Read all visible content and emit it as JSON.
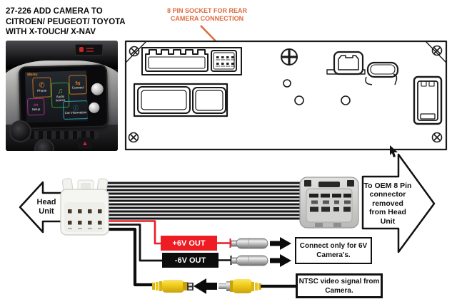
{
  "title": "27-226 ADD CAMERA TO\nCITROEN/ PEUGEOT/ TOYOTA\nWITH X-TOUCH/ X-NAV",
  "callout": {
    "text": "8 PIN SOCKET FOR REAR\nCAMERA CONNECTION",
    "color": "#DD6B3D"
  },
  "dashboard": {
    "menu_label": "Menu",
    "hazard_glyph": "▲",
    "tiles": [
      {
        "label": "Phone",
        "glyph": "✆",
        "color": "#E8821E"
      },
      {
        "label": "Audio source",
        "glyph": "♫",
        "color": "#35C435"
      },
      {
        "label": "Connect",
        "glyph": "⇆",
        "color": "#E8821E"
      },
      {
        "label": "Setup",
        "glyph": "∞",
        "color": "#CC2FA8"
      },
      {
        "label": "Car information",
        "glyph": "ⓘ",
        "color": "#2FB6D8"
      }
    ]
  },
  "wiring": {
    "head_unit_arrow_label": "Head\nUnit",
    "oem_arrow_label": "To OEM 8 Pin\nconnector\nremoved\nfrom Head\nUnit",
    "plus_6v_label": "+6V OUT",
    "minus_6v_label": "-6V OUT",
    "connect_note": "Connect only for 6V\nCamera's.",
    "ntsc_note": "NTSC  video signal from\nCamera.",
    "colors": {
      "wire_red": "#EC1C24",
      "box_red": "#EE1C23",
      "box_black": "#0D0D0D",
      "rca_yellow": "#F2CE1C",
      "line_black": "#111111"
    }
  }
}
